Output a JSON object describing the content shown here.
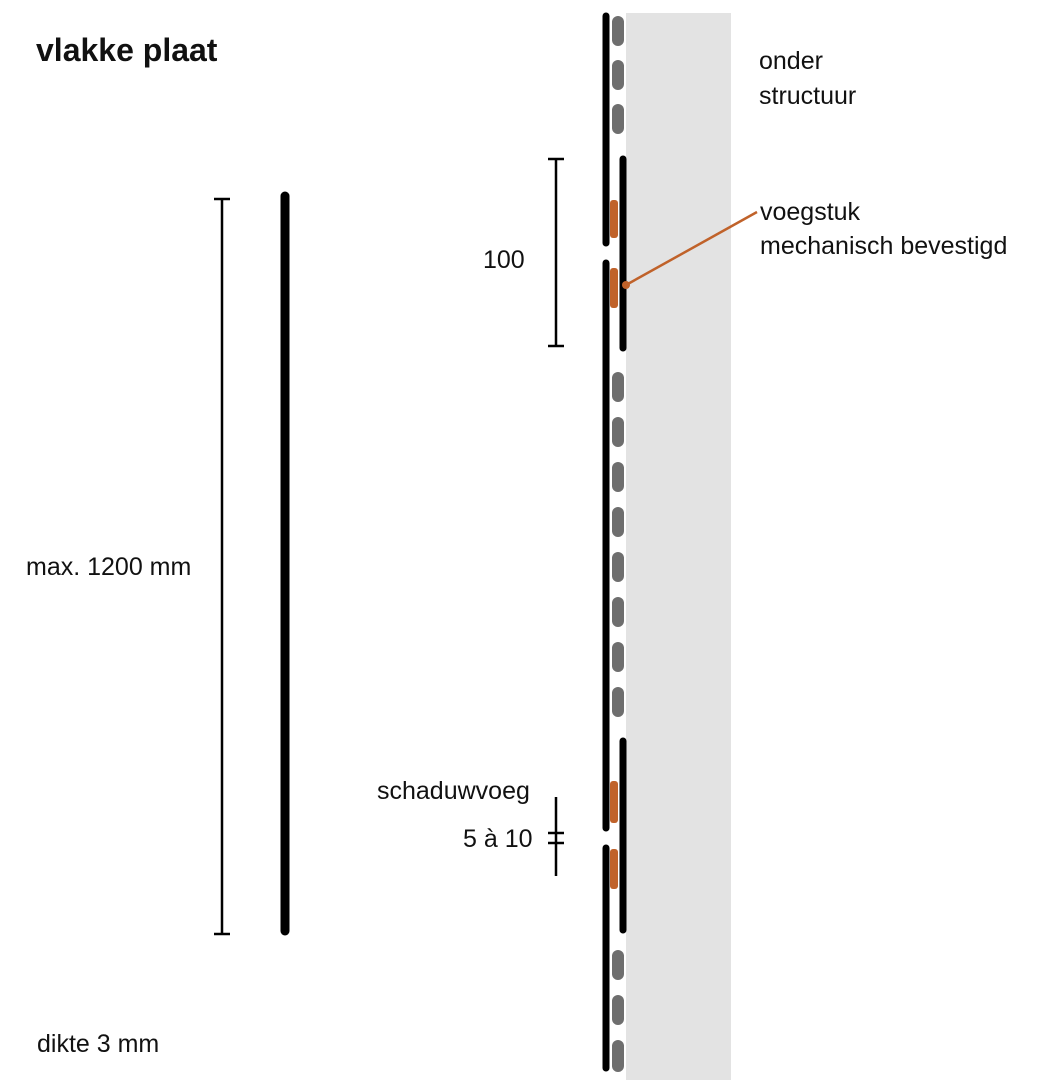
{
  "title": "vlakke plaat",
  "labels": {
    "height": "max. 1200 mm",
    "thickness": "dikte 3 mm",
    "overlap": "100",
    "substructure_line1": "onder",
    "substructure_line2": "structuur",
    "joint_piece_line1": "voegstuk",
    "joint_piece_line2": "mechanisch bevestigd",
    "shadow_joint": "schaduwvoeg",
    "shadow_joint_size": "5 à 10"
  },
  "colors": {
    "panel": "#000000",
    "substructure": "#e3e3e3",
    "fastener": "#6e6e6e",
    "joint_piece": "#c0622a",
    "leader": "#c0622a",
    "dimension": "#000000"
  }
}
